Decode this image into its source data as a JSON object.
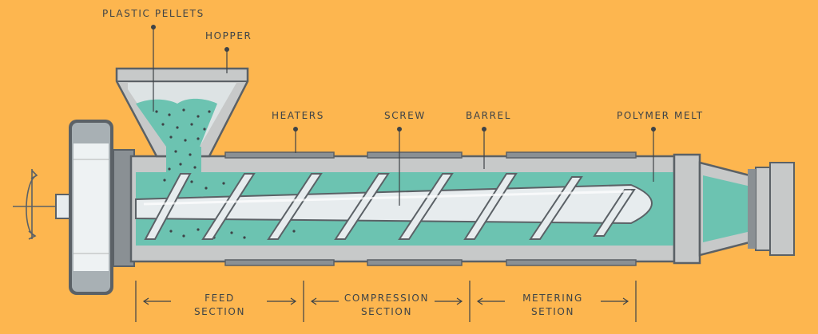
{
  "labels": {
    "plastic_pellets": "PLASTIC PELLETS",
    "hopper": "HOPPER",
    "heaters": "HEATERS",
    "screw": "SCREW",
    "barrel": "BARREL",
    "polymer_melt": "POLYMER MELT"
  },
  "sections": {
    "feed": {
      "line1": "FEED",
      "line2": "SECTION"
    },
    "compression": {
      "line1": "COMPRESSION",
      "line2": "SECTION"
    },
    "metering": {
      "line1": "METERING",
      "line2": "SETION"
    }
  },
  "colors": {
    "background": "#fdb64f",
    "barrel": "#c7c9c9",
    "frame_dark": "#5b6166",
    "melt": "#6cc3b1",
    "screw": "#e7ecee",
    "text": "#3e4347"
  }
}
